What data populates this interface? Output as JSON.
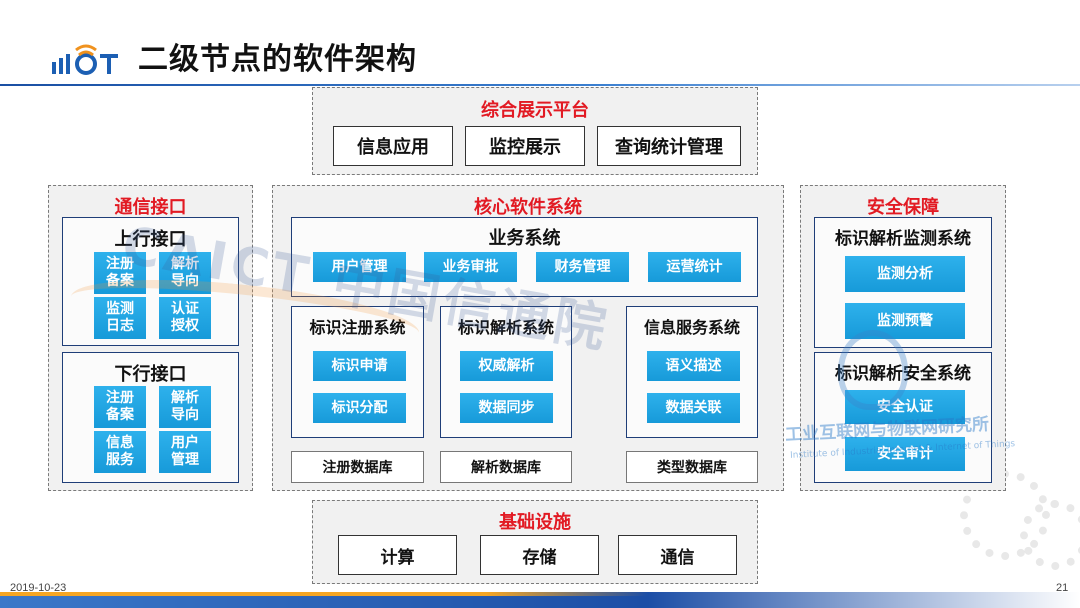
{
  "header": {
    "title": "二级节点的软件架构",
    "logo_text": "IIIOT"
  },
  "display_platform": {
    "title": "综合展示平台",
    "items": [
      "信息应用",
      "监控展示",
      "查询统计管理"
    ]
  },
  "comm_interface": {
    "title": "通信接口",
    "uplink": {
      "title": "上行接口",
      "chips": [
        "注册\n备案",
        "解析\n导向",
        "监测\n日志",
        "认证\n授权"
      ]
    },
    "downlink": {
      "title": "下行接口",
      "chips": [
        "注册\n备案",
        "解析\n导向",
        "信息\n服务",
        "用户\n管理"
      ]
    }
  },
  "core_system": {
    "title": "核心软件系统",
    "business": {
      "title": "业务系统",
      "chips": [
        "用户管理",
        "业务审批",
        "财务管理",
        "运营统计"
      ]
    },
    "registration": {
      "title": "标识注册系统",
      "chips": [
        "标识申请",
        "标识分配"
      ],
      "db": "注册数据库"
    },
    "resolution": {
      "title": "标识解析系统",
      "chips": [
        "权威解析",
        "数据同步"
      ],
      "db": "解析数据库"
    },
    "info_service": {
      "title": "信息服务系统",
      "chips": [
        "语义描述",
        "数据关联"
      ],
      "db": "类型数据库"
    }
  },
  "security": {
    "title": "安全保障",
    "monitor": {
      "title": "标识解析监测系统",
      "chips": [
        "监测分析",
        "监测预警"
      ]
    },
    "safety": {
      "title": "标识解析安全系统",
      "chips": [
        "安全认证",
        "安全审计"
      ]
    }
  },
  "infrastructure": {
    "title": "基础设施",
    "items": [
      "计算",
      "存储",
      "通信"
    ]
  },
  "watermark": {
    "org_cn": "中国信通院",
    "org_abbr": "CAICT",
    "institute_cn": "工业互联网与物联网研究所",
    "institute_en": "Institute of Industrial Internet & Internet of Things"
  },
  "footer": {
    "date": "2019-10-23",
    "page": "21"
  },
  "colors": {
    "section_title": "#e21a23",
    "chip": "#1aa0de",
    "header_line": "#1a4fa3"
  }
}
